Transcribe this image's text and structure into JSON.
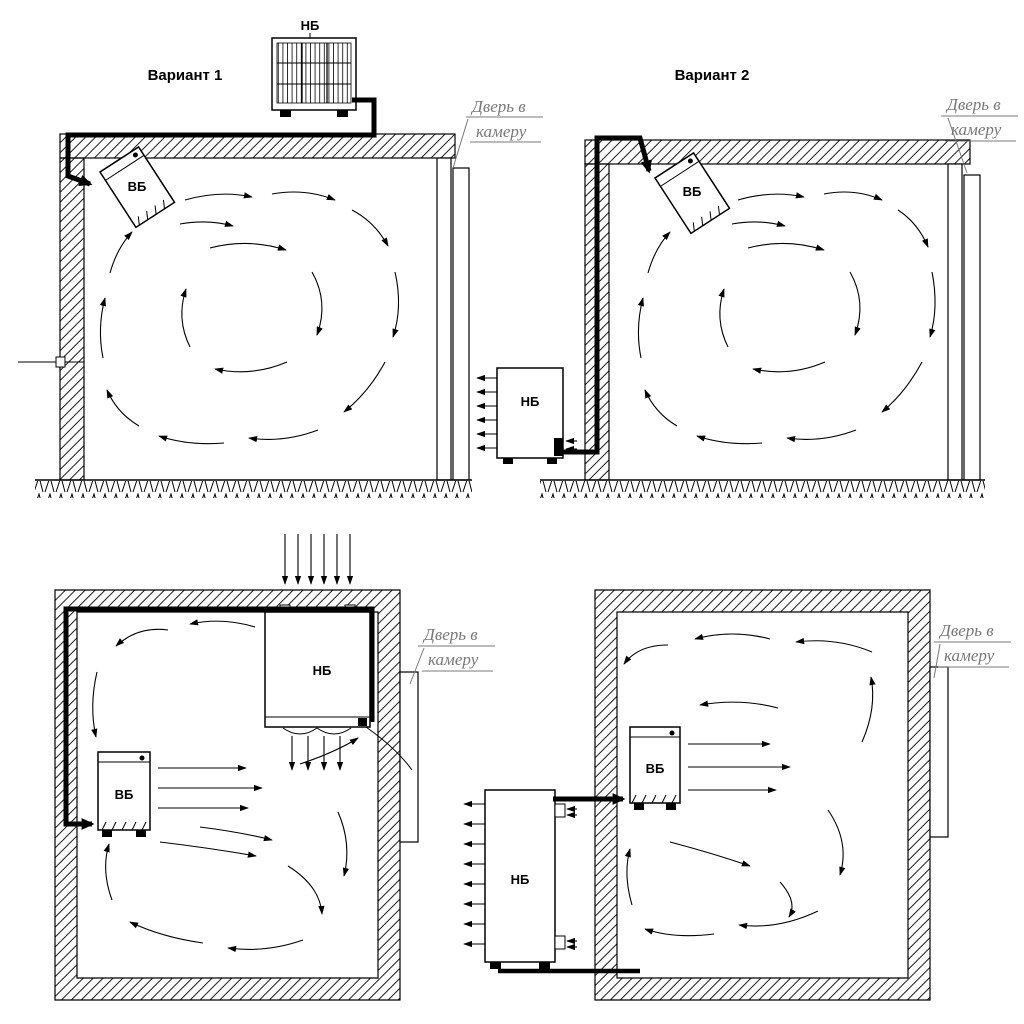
{
  "diagram": {
    "titles": {
      "variant1": "Вариант 1",
      "variant2": "Вариант 2"
    },
    "labels": {
      "outdoor_unit": "НБ",
      "indoor_unit": "ВБ",
      "door_line1": "Дверь в",
      "door_line2": "камеру"
    },
    "colors": {
      "line": "#000000",
      "annotation_gray": "#787878",
      "background": "#ffffff"
    }
  }
}
